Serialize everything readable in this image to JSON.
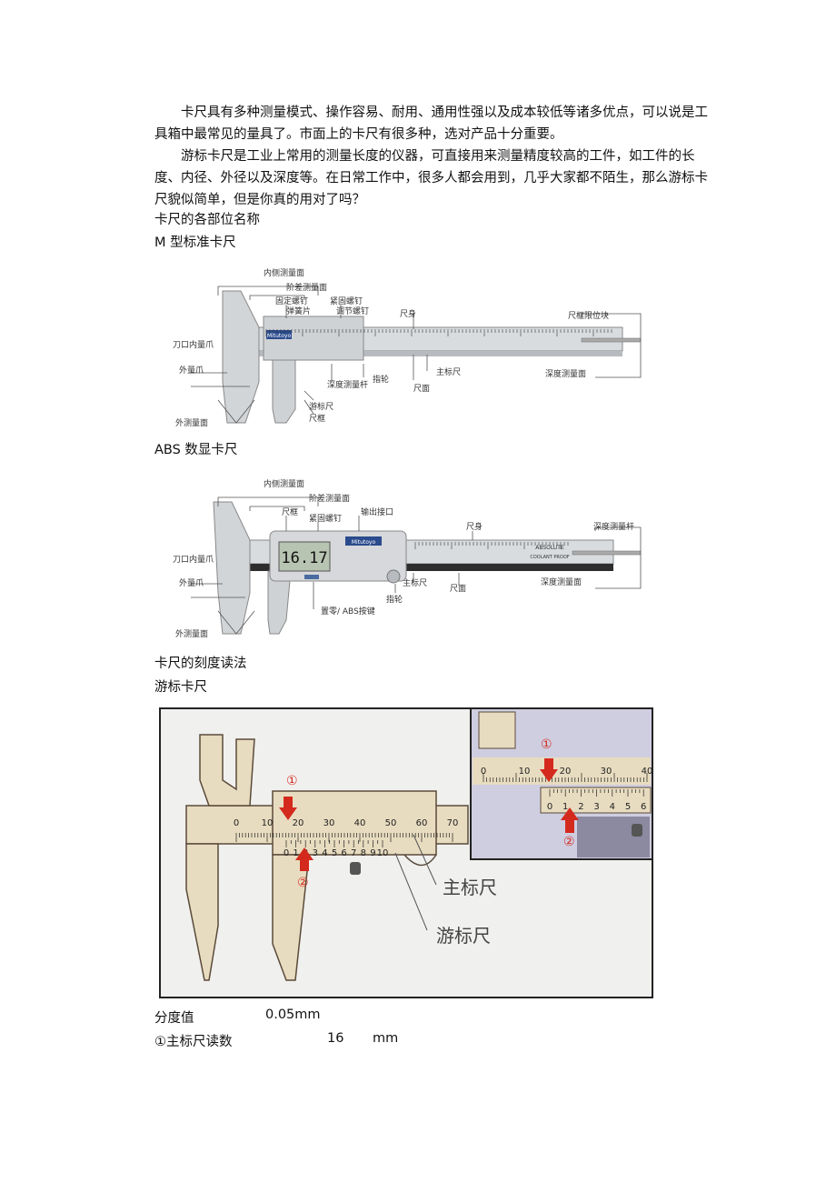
{
  "paragraphs": [
    "卡尺具有多种测量模式、操作容易、耐用、通用性强以及成本较低等诸多优点，可以说是工具箱中最常见的量具了。市面上的卡尺有很多种，选对产品十分重要。",
    "游标卡尺是工业上常用的测量长度的仪器，可直接用来测量精度较高的工件，如工件的长度、内径、外径以及深度等。在日常工作中，很多人都会用到，几乎大家都不陌生，那么游标卡尺貌似简单，但是你真的用对了吗？"
  ],
  "headings": {
    "parts_name": "卡尺的各部位名称",
    "m_type": "M 型标准卡尺",
    "abs": "ABS 数显卡尺",
    "reading": "卡尺的刻度读法",
    "vernier": "游标卡尺"
  },
  "fig1_labels": {
    "inner_face": "内侧测量面",
    "step_face": "阶差测量面",
    "fixed_screw": "固定螺钉",
    "lock_screw": "紧固螺钉",
    "spring": "弹簧片",
    "adjust_screw": "调节螺钉",
    "blade_inner_jaw": "刀口内量爪",
    "outer_jaw": "外量爪",
    "outer_face": "外测量面",
    "ruler_body": "尺身",
    "end_block": "尺框限位块",
    "depth_face": "深度测量面",
    "depth_rod": "深度测量杆",
    "thumb": "指轮",
    "main_scale": "主标尺",
    "vernier_scale": "游标尺",
    "frame": "尺框",
    "ruler_face": "尺面",
    "brand": "Mitutoyo"
  },
  "fig2_labels": {
    "inner_face": "内侧测量面",
    "step_face": "阶差测量面",
    "frame": "尺框",
    "lock_screw": "紧固螺钉",
    "output_port": "输出接口",
    "ruler_body": "尺身",
    "depth_rod": "深度测量杆",
    "blade_inner_jaw": "刀口内量爪",
    "outer_jaw": "外量爪",
    "outer_face": "外测量面",
    "main_scale": "主标尺",
    "ruler_face": "尺面",
    "thumb": "指轮",
    "zero_abs": "置零/ ABS按键",
    "depth_face": "深度测量面",
    "display": "16.17",
    "brand": "Mitutoyo",
    "product_line": "ABSOLUTE",
    "proof": "COOLANT PROOF"
  },
  "fig3": {
    "main_scale_label": "主标尺",
    "vernier_label": "游标尺",
    "marker1": "①",
    "marker2": "②",
    "main_numbers": [
      "0",
      "10",
      "20",
      "30",
      "40",
      "50",
      "60",
      "70"
    ],
    "vernier_numbers": [
      "0",
      "1",
      "2",
      "3",
      "4",
      "5",
      "6",
      "7",
      "8",
      "9",
      "10"
    ],
    "inset_main_numbers": [
      "0",
      "10",
      "20",
      "30",
      "40"
    ],
    "inset_vernier_numbers": [
      "0",
      "1",
      "2",
      "3",
      "4",
      "5",
      "6"
    ]
  },
  "table": {
    "row1_label": "分度值",
    "row1_value": "0.05mm",
    "row2_label": "①主标尺读数",
    "row2_value": "16",
    "row2_unit": "mm"
  },
  "colors": {
    "caliper_body": "#e8dcc0",
    "caliper_outline": "#5a4a3a",
    "arrow_red": "#d42a1e",
    "inset_bg": "#cfcde0",
    "steel": "#c8ccd0"
  }
}
